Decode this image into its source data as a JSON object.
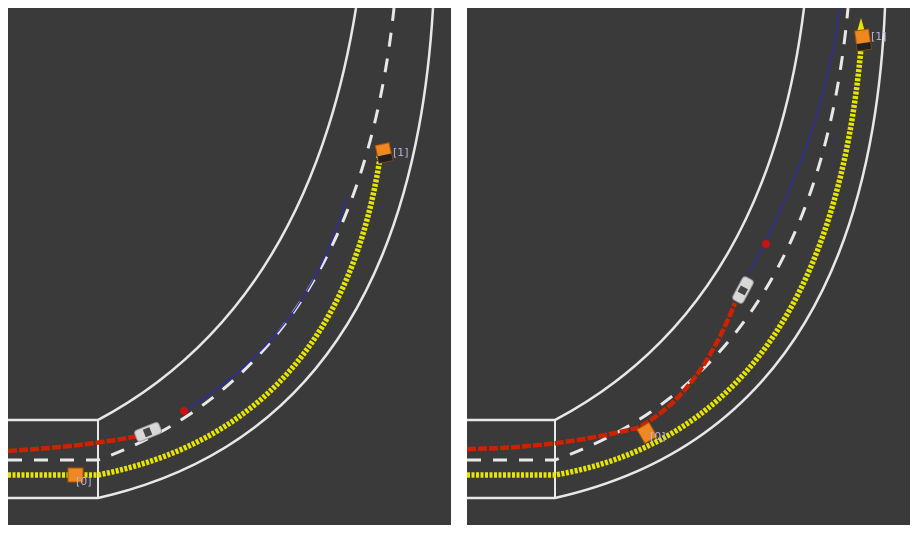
{
  "panels": [
    {
      "id": "left",
      "car_labels": [
        "[0]",
        "[1]"
      ]
    },
    {
      "id": "right",
      "car_labels": [
        "[0]",
        "[1]"
      ]
    }
  ],
  "colors": {
    "background": "#3a3a3a",
    "road_border": "#e8e8e8",
    "lane_dash": "#e8e8e8",
    "planned_path_yellow": "#e6e600",
    "driven_path_red": "#cc2200",
    "reference_line_blue": "#2b2bb0",
    "target_vehicle": "#ee8822",
    "target_marker": "#cc1111"
  },
  "icons": [
    "ego-car-icon",
    "target-car-icon",
    "goal-marker-icon"
  ]
}
